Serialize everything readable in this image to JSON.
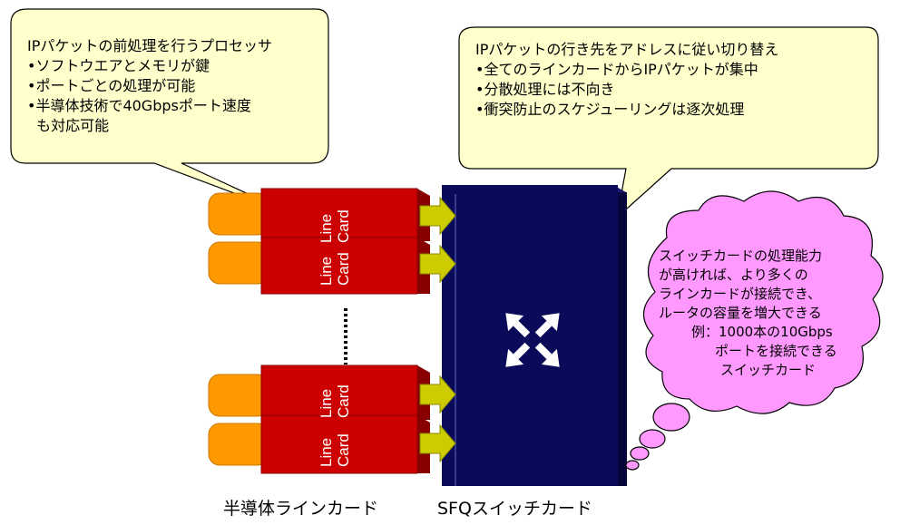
{
  "callout_left": {
    "lines": [
      "IPパケットの前処理を行うプロセッサ",
      "•ソフトウエアとメモリが鍵",
      "•ポートごとの処理が可能",
      "•半導体技術で40Gbpsポート速度",
      "  も対応可能"
    ]
  },
  "callout_right": {
    "lines": [
      "IPパケットの行き先をアドレスに従い切り替え",
      "•全てのラインカードからIPパケットが集中",
      "•分散処理には不向き",
      "•衝突防止のスケジューリングは逐次処理"
    ]
  },
  "cloud": {
    "lines": [
      "スイッチカードの処理能力",
      "が高ければ、より多くの",
      "ラインカードが接続でき、",
      "ルータの容量を増大できる",
      "例：1000本の10Gbps",
      "ポートを接続できる",
      "スイッチカード"
    ]
  },
  "line_cards": [
    {
      "line1": "Line",
      "line2": "Card"
    },
    {
      "line1": "Line",
      "line2": "Card"
    },
    {
      "line1": "Line",
      "line2": "Card"
    },
    {
      "line1": "Line",
      "line2": "Card"
    }
  ],
  "labels": {
    "line_card_caption": "半導体ラインカード",
    "switch_card_caption": "SFQスイッチカード"
  },
  "colors": {
    "callout_fill": "#ffffcc",
    "card_red": "#cc0000",
    "card_dark": "#990000",
    "port_orange": "#ff9900",
    "arrow_yellow": "#cccc00",
    "switch_navy": "#0a0a5a",
    "cloud_pink": "#ff99ff"
  }
}
